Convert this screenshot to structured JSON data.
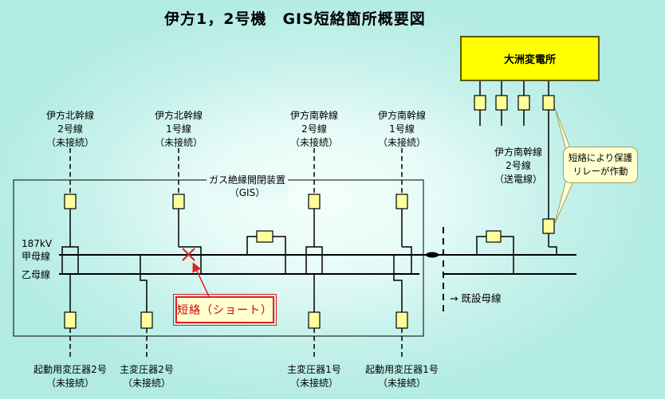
{
  "title": "伊方1，2号機　GIS短絡箇所概要図",
  "substation": "大洲変電所",
  "lines_top": [
    {
      "name": "伊方北幹線",
      "num": "2号線",
      "status": "（未接続）"
    },
    {
      "name": "伊方北幹線",
      "num": "1号線",
      "status": "（未接続）"
    },
    {
      "name": "伊方南幹線",
      "num": "2号線",
      "status": "（未接続）"
    },
    {
      "name": "伊方南幹線",
      "num": "1号線",
      "status": "（未接続）"
    }
  ],
  "line_right": {
    "name": "伊方南幹線",
    "num": "2号線",
    "status": "（送電線）"
  },
  "gis": {
    "name": "ガス絶縁開閉装置",
    "abbr": "（GIS）"
  },
  "bus_a": {
    "voltage": "187kV",
    "name": "甲母線"
  },
  "bus_b": {
    "name": "乙母線"
  },
  "existing_bus": "→ 既設母線",
  "callout": {
    "line1": "短絡により保護",
    "line2": "リレーが作動"
  },
  "short_label": "短絡（ショート）",
  "bottom": [
    {
      "name": "起動用変圧器2号",
      "status": "（未接続）"
    },
    {
      "name": "主変圧器2号",
      "status": "（未接続）"
    },
    {
      "name": "主変圧器1号",
      "status": "（未接続）"
    },
    {
      "name": "起動用変圧器1号",
      "status": "（未接続）"
    }
  ]
}
